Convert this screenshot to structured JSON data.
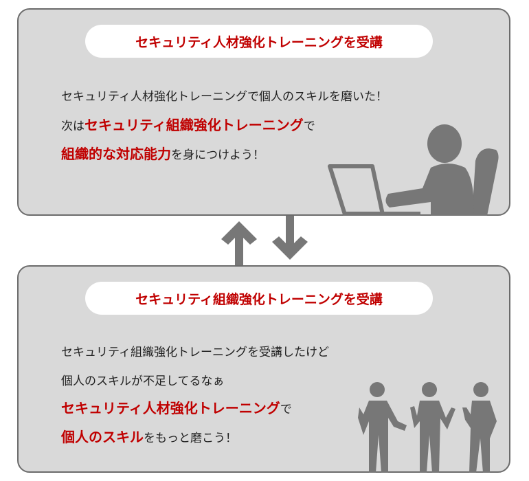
{
  "top_panel": {
    "title": "セキュリティ人材強化トレーニングを受講",
    "line1": "セキュリティ人材強化トレーニングで個人のスキルを磨いた！",
    "line2_pre": "次は",
    "line2_hl": "セキュリティ組織強化トレーニング",
    "line2_post": "で",
    "line3_hl": "組織的な対応能力",
    "line3_post": "を身につけよう！"
  },
  "bottom_panel": {
    "title": "セキュリティ組織強化トレーニングを受講",
    "line1": "セキュリティ組織強化トレーニングを受講したけど",
    "line2": "個人のスキルが不足してるなぁ",
    "line3_hl": "セキュリティ人材強化トレーニング",
    "line3_post": "で",
    "line4_hl": "個人のスキル",
    "line4_post": "をもっと磨こう！"
  },
  "colors": {
    "accent": "#c00000",
    "panel": "#d9d9d9",
    "figure": "#777777"
  }
}
